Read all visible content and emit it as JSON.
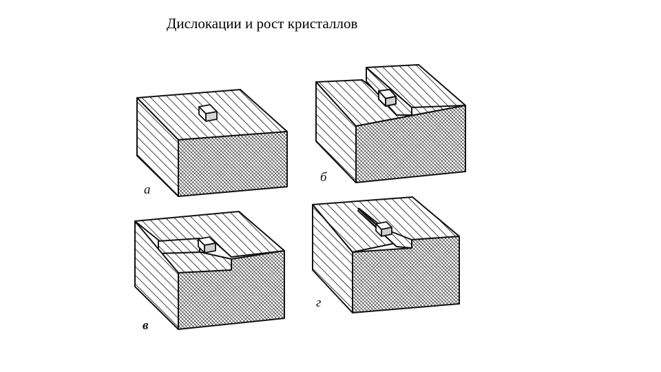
{
  "title": "Дислокации и рост кристаллов",
  "panels": [
    {
      "id": "a",
      "label": "а"
    },
    {
      "id": "b",
      "label": "б"
    },
    {
      "id": "v",
      "label": "в"
    },
    {
      "id": "g",
      "label": "г"
    }
  ],
  "colors": {
    "ink": "#111111",
    "background": "#ffffff"
  }
}
